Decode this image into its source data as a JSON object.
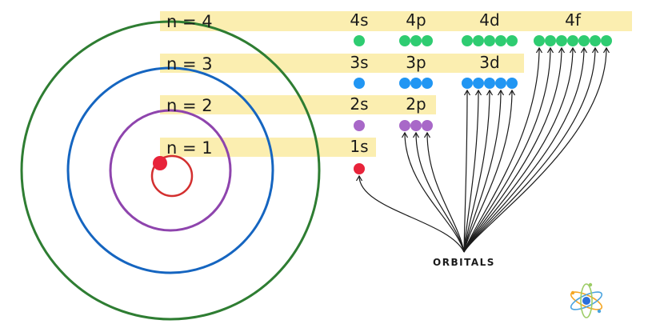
{
  "shells": [
    {
      "label": "n = 4",
      "color": "#2e7d32"
    },
    {
      "label": "n = 3",
      "color": "#1565c0"
    },
    {
      "label": "n = 2",
      "color": "#8e44ad"
    },
    {
      "label": "n = 1",
      "color": "#d32f2f"
    }
  ],
  "subshells": [
    {
      "label": "4s",
      "orbitals": 1,
      "color": "#2ecc71"
    },
    {
      "label": "4p",
      "orbitals": 3,
      "color": "#2ecc71"
    },
    {
      "label": "4d",
      "orbitals": 5,
      "color": "#2ecc71"
    },
    {
      "label": "4f",
      "orbitals": 7,
      "color": "#2ecc71"
    },
    {
      "label": "3s",
      "orbitals": 1,
      "color": "#2196f3"
    },
    {
      "label": "3p",
      "orbitals": 3,
      "color": "#2196f3"
    },
    {
      "label": "3d",
      "orbitals": 5,
      "color": "#2196f3"
    },
    {
      "label": "2s",
      "orbitals": 1,
      "color": "#a868c8"
    },
    {
      "label": "2p",
      "orbitals": 3,
      "color": "#a868c8"
    },
    {
      "label": "1s",
      "orbitals": 1,
      "color": "#e8233a"
    }
  ],
  "caption": "ORBITALS",
  "highlight_color": "#fbeeb0",
  "nucleus_color": "#e8233a",
  "logo_icon": "atom-icon"
}
